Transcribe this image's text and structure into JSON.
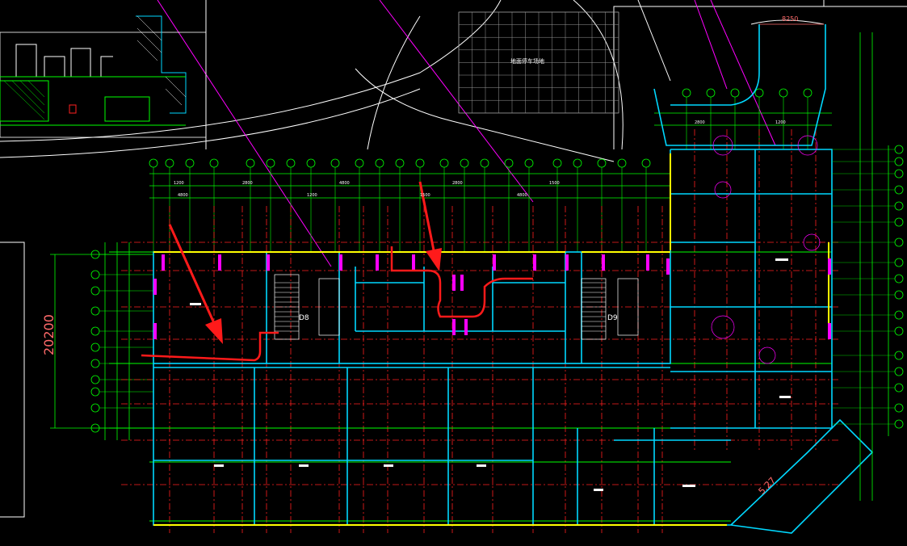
{
  "drawing": {
    "overall_dimension_label": "20200",
    "top_right_width_label": "8250",
    "top_right_dimension_label": "5.27",
    "tick_label_A": "1200",
    "tick_label_B": "2800",
    "tick_label_C": "4800",
    "tick_label_D": "1500",
    "stair_marks": [
      "D8",
      "D9"
    ],
    "colors": {
      "background": "#000000",
      "wall": "#00d8ff",
      "axis": "#ff2020",
      "dimension": "#00ff00",
      "magenta": "#ff00ff",
      "yellow": "#ffff00",
      "arrow": "#ff1a1a",
      "white": "#ffffff"
    }
  }
}
